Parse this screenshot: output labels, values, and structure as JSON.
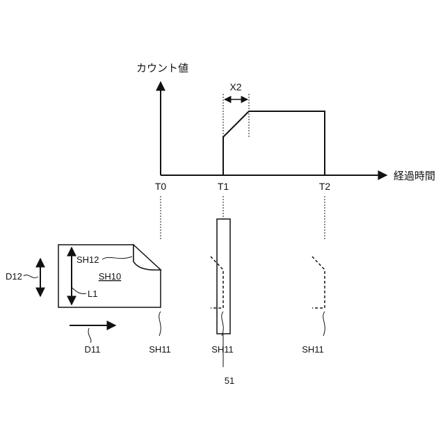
{
  "graph": {
    "y_axis_label": "カウント値",
    "x_axis_label": "経過時間",
    "ticks": {
      "t0": "T0",
      "t1": "T1",
      "t2": "T2"
    },
    "interval_label": "X2"
  },
  "sheet_diagram": {
    "sheet_label": "SH10",
    "leading_edge_label": "SH11",
    "corner_label": "SH12",
    "length_label": "L1",
    "direction_width_label": "D12",
    "direction_feed_label": "D11",
    "sensor_label": "51"
  },
  "colors": {
    "line": "#111111",
    "background": "#ffffff"
  }
}
